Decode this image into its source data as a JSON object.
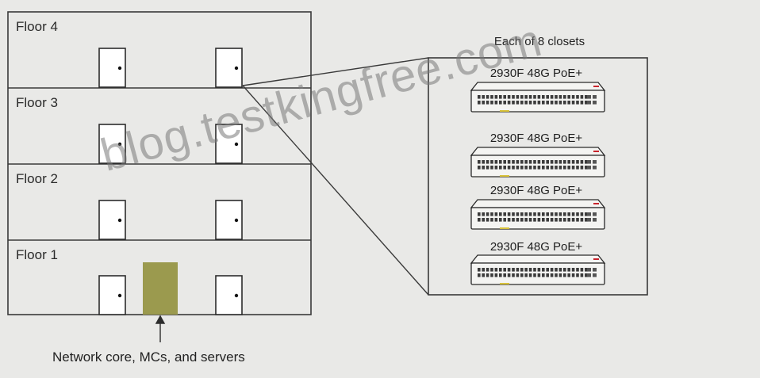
{
  "building": {
    "floors": [
      {
        "label": "Floor 4"
      },
      {
        "label": "Floor 3"
      },
      {
        "label": "Floor 2"
      },
      {
        "label": "Floor 1"
      }
    ],
    "core_label": "Network core, MCs, and servers"
  },
  "closet_detail": {
    "title": "Each of 8 closets",
    "switches": [
      {
        "label": "2930F 48G PoE+"
      },
      {
        "label": "2930F 48G PoE+"
      },
      {
        "label": "2930F 48G PoE+"
      },
      {
        "label": "2930F 48G PoE+"
      }
    ]
  },
  "watermark": "blog.testkingfree.com",
  "colors": {
    "line": "#3a3a3a",
    "door": "#ffffff",
    "core_block": "#9b9a4e",
    "switch_body": "#f4f4f2",
    "accent_red": "#c8242c",
    "accent_yellow": "#d8c23a"
  }
}
